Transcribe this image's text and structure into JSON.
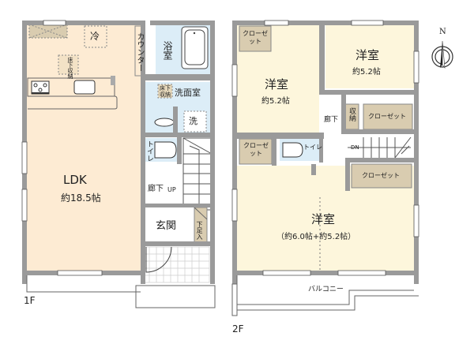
{
  "floor1": {
    "floor_label": "1F",
    "rooms": {
      "ldk": {
        "name": "LDK",
        "area": "約18.5帖"
      },
      "fridge": {
        "name": "冷"
      },
      "underfloor_storage_kitchen": {
        "name": "床下収納"
      },
      "counter": {
        "name": "カウンター"
      },
      "bathroom": {
        "name": "浴室"
      },
      "washroom": {
        "name": "洗面室"
      },
      "underfloor_storage_wash": {
        "name": "床下収納"
      },
      "washer": {
        "name": "洗"
      },
      "toilet": {
        "name": "トイレ"
      },
      "hallway": {
        "name": "廊下"
      },
      "stairs_up": {
        "name": "UP"
      },
      "entrance": {
        "name": "玄関"
      },
      "shoe_box": {
        "name": "下足入"
      }
    }
  },
  "floor2": {
    "floor_label": "2F",
    "rooms": {
      "western_room_nw": {
        "name": "洋室",
        "area": "約5.2帖"
      },
      "western_room_ne": {
        "name": "洋室",
        "area": "約5.2帖"
      },
      "western_room_south": {
        "name": "洋室",
        "area": "（約6.0帖+約5.2帖）"
      },
      "closet_nw": {
        "name": "クローゼット"
      },
      "closet_mid": {
        "name": "クローゼット"
      },
      "closet_ne": {
        "name": "クローゼット"
      },
      "closet_se": {
        "name": "クローゼット"
      },
      "storage": {
        "name": "収納"
      },
      "hallway": {
        "name": "廊下"
      },
      "toilet": {
        "name": "トイレ"
      },
      "stairs_down": {
        "name": "DN"
      },
      "balcony": {
        "name": "バルコニー"
      }
    }
  },
  "compass": {
    "label": "N"
  },
  "colors": {
    "ldk_fill": "#fdebd3",
    "room_fill": "#fdf6dc",
    "wet_fill": "#dcedf7",
    "closet_fill": "#d9ccb0",
    "wall": "#9a9a9a",
    "line": "#555555"
  }
}
